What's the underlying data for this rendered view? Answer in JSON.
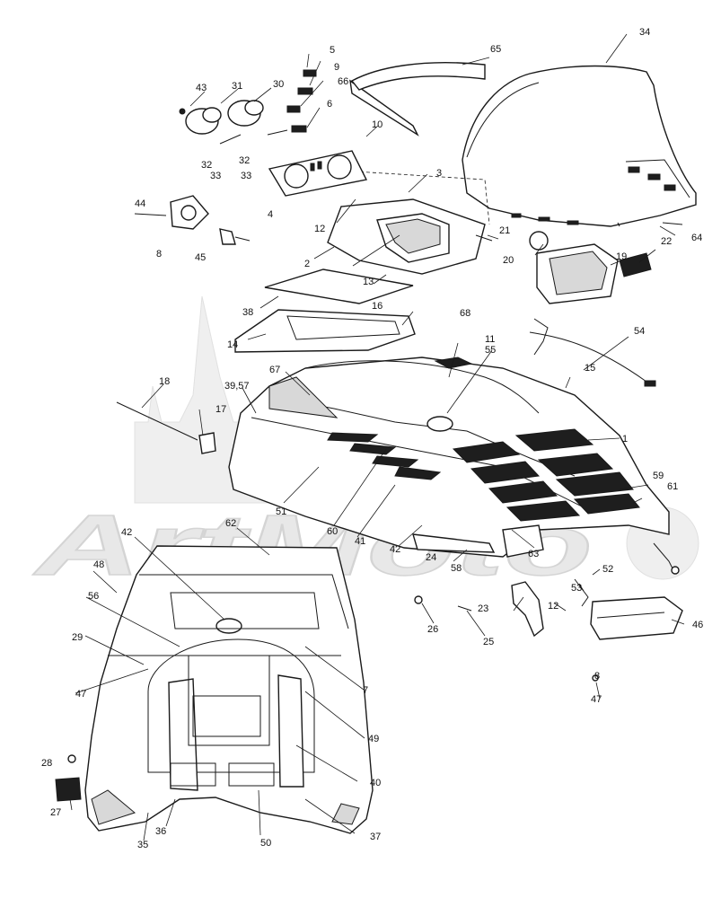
{
  "watermark": {
    "text": "ArtMoto"
  },
  "callouts": [
    {
      "id": "1",
      "text": "1"
    },
    {
      "id": "2",
      "text": "2"
    },
    {
      "id": "3",
      "text": "3"
    },
    {
      "id": "4",
      "text": "4"
    },
    {
      "id": "5",
      "text": "5"
    },
    {
      "id": "6",
      "text": "6"
    },
    {
      "id": "7",
      "text": "7"
    },
    {
      "id": "8a",
      "text": "8"
    },
    {
      "id": "8b",
      "text": "8"
    },
    {
      "id": "9",
      "text": "9"
    },
    {
      "id": "10",
      "text": "10"
    },
    {
      "id": "11",
      "text": "11"
    },
    {
      "id": "12a",
      "text": "12"
    },
    {
      "id": "12b",
      "text": "12"
    },
    {
      "id": "13",
      "text": "13"
    },
    {
      "id": "14",
      "text": "14"
    },
    {
      "id": "15",
      "text": "15"
    },
    {
      "id": "16",
      "text": "16"
    },
    {
      "id": "17",
      "text": "17"
    },
    {
      "id": "18",
      "text": "18"
    },
    {
      "id": "19",
      "text": "19"
    },
    {
      "id": "20",
      "text": "20"
    },
    {
      "id": "21",
      "text": "21"
    },
    {
      "id": "22",
      "text": "22"
    },
    {
      "id": "23",
      "text": "23"
    },
    {
      "id": "24",
      "text": "24"
    },
    {
      "id": "25",
      "text": "25"
    },
    {
      "id": "26",
      "text": "26"
    },
    {
      "id": "27",
      "text": "27"
    },
    {
      "id": "28",
      "text": "28"
    },
    {
      "id": "29",
      "text": "29"
    },
    {
      "id": "30",
      "text": "30"
    },
    {
      "id": "31",
      "text": "31"
    },
    {
      "id": "32a",
      "text": "32"
    },
    {
      "id": "32b",
      "text": "32"
    },
    {
      "id": "33a",
      "text": "33"
    },
    {
      "id": "33b",
      "text": "33"
    },
    {
      "id": "34",
      "text": "34"
    },
    {
      "id": "35",
      "text": "35"
    },
    {
      "id": "36",
      "text": "36"
    },
    {
      "id": "37",
      "text": "37"
    },
    {
      "id": "38",
      "text": "38"
    },
    {
      "id": "3957",
      "text": "39,57"
    },
    {
      "id": "40",
      "text": "40"
    },
    {
      "id": "41",
      "text": "41"
    },
    {
      "id": "42a",
      "text": "42"
    },
    {
      "id": "42b",
      "text": "42"
    },
    {
      "id": "43",
      "text": "43"
    },
    {
      "id": "44",
      "text": "44"
    },
    {
      "id": "45",
      "text": "45"
    },
    {
      "id": "46",
      "text": "46"
    },
    {
      "id": "47a",
      "text": "47"
    },
    {
      "id": "47b",
      "text": "47"
    },
    {
      "id": "48",
      "text": "48"
    },
    {
      "id": "49",
      "text": "49"
    },
    {
      "id": "50",
      "text": "50"
    },
    {
      "id": "51",
      "text": "51"
    },
    {
      "id": "52",
      "text": "52"
    },
    {
      "id": "53",
      "text": "53"
    },
    {
      "id": "54",
      "text": "54"
    },
    {
      "id": "55",
      "text": "55"
    },
    {
      "id": "56",
      "text": "56"
    },
    {
      "id": "58",
      "text": "58"
    },
    {
      "id": "59",
      "text": "59"
    },
    {
      "id": "60",
      "text": "60"
    },
    {
      "id": "61",
      "text": "61"
    },
    {
      "id": "62",
      "text": "62"
    },
    {
      "id": "63",
      "text": "63"
    },
    {
      "id": "64",
      "text": "64"
    },
    {
      "id": "65",
      "text": "65"
    },
    {
      "id": "66",
      "text": "66"
    },
    {
      "id": "67",
      "text": "67"
    },
    {
      "id": "68",
      "text": "68"
    }
  ]
}
